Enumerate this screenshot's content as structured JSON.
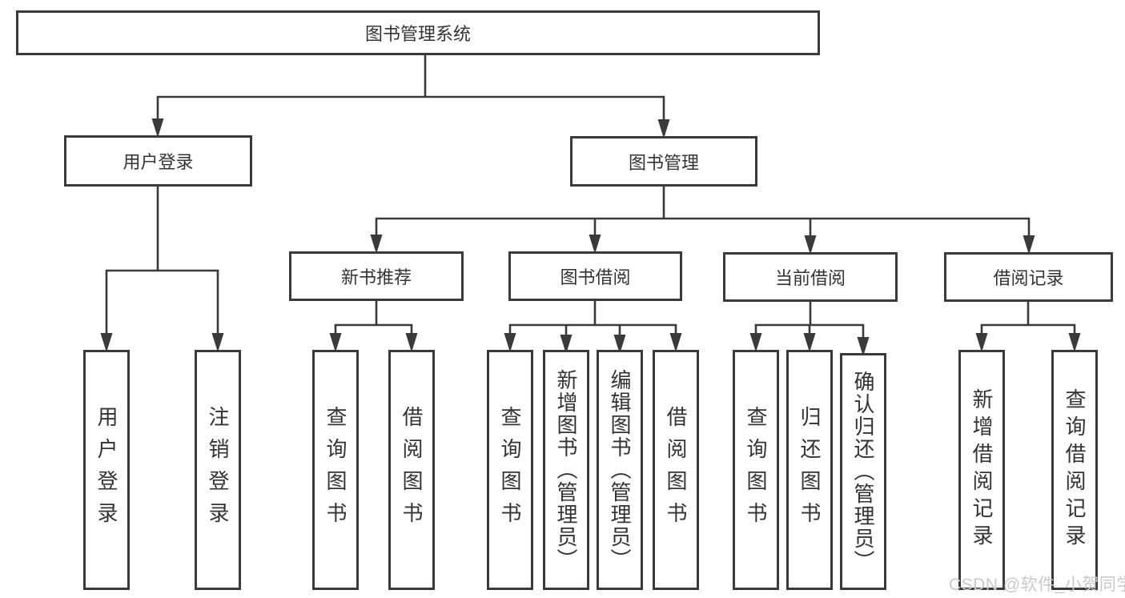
{
  "diagram": {
    "title": "图书管理系统",
    "type": "functional-structure-tree",
    "colors": {
      "line": "#3a3a3a",
      "box_border": "#3a3a3a",
      "box_fill": "#ffffff",
      "text": "#333333",
      "background": "#ffffff",
      "watermark": "#c9c9c9"
    },
    "tree": {
      "root": {
        "label": "图书管理系统"
      },
      "children": [
        {
          "label": "用户登录",
          "leaves": [
            "用户登录",
            "注销登录"
          ]
        },
        {
          "label": "图书管理",
          "children": [
            {
              "label": "新书推荐",
              "leaves": [
                "查询图书",
                "借阅图书"
              ]
            },
            {
              "label": "图书借阅",
              "leaves": [
                "查询图书",
                "新增图书（管理员）",
                "编辑图书（管理员）",
                "借阅图书"
              ]
            },
            {
              "label": "当前借阅",
              "leaves": [
                "查询图书",
                "归还图书",
                "确认归还（管理员）"
              ]
            },
            {
              "label": "借阅记录",
              "leaves": [
                "新增借阅记录",
                "查询借阅记录"
              ]
            }
          ]
        }
      ]
    },
    "watermark": "CSDN @软件_小贺同学"
  }
}
